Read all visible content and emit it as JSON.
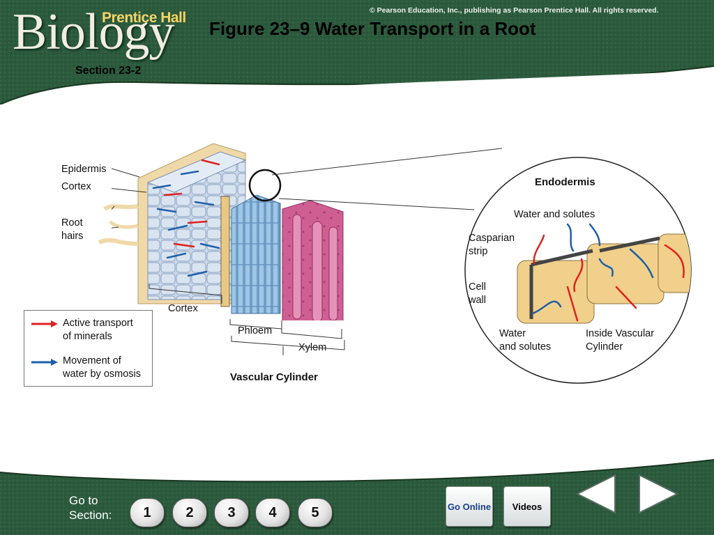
{
  "header": {
    "brand_word": "Biology",
    "brand_publisher": "Prentice Hall",
    "copyright": "© Pearson Education, Inc., publishing as Pearson Prentice Hall. All rights reserved.",
    "title": "Figure 23–9 Water Transport in a Root",
    "section": "Section 23-2"
  },
  "figure": {
    "labels": {
      "epidermis": "Epidermis",
      "cortex_top": "Cortex",
      "root_hairs_1": "Root",
      "root_hairs_2": "hairs",
      "cortex_bottom": "Cortex",
      "phloem": "Phloem",
      "xylem": "Xylem",
      "vascular_cylinder": "Vascular Cylinder"
    },
    "inset": {
      "title": "Endodermis",
      "water_solutes_top": "Water and solutes",
      "casparian_1": "Casparian",
      "casparian_2": "strip",
      "cell_wall_1": "Cell",
      "cell_wall_2": "wall",
      "water_bottom_1": "Water",
      "water_bottom_2": "and solutes",
      "inside_1": "Inside Vascular",
      "inside_2": "Cylinder"
    },
    "legend": {
      "active_1": "Active transport",
      "active_2": "of minerals",
      "osmosis_1": "Movement of",
      "osmosis_2": "water by osmosis",
      "active_color": "#e02020",
      "osmosis_color": "#1e5fa8"
    }
  },
  "footer": {
    "goto_1": "Go to",
    "goto_2": "Section:",
    "sections": [
      "1",
      "2",
      "3",
      "4",
      "5"
    ],
    "go_online": "Go Online",
    "videos": "Videos",
    "nav_back": "previous",
    "nav_forward": "next"
  },
  "colors": {
    "banner_green": "#2e5b3f",
    "brand_gold": "#f4d466",
    "active_red": "#e02020",
    "osmosis_blue": "#1e5fa8"
  }
}
